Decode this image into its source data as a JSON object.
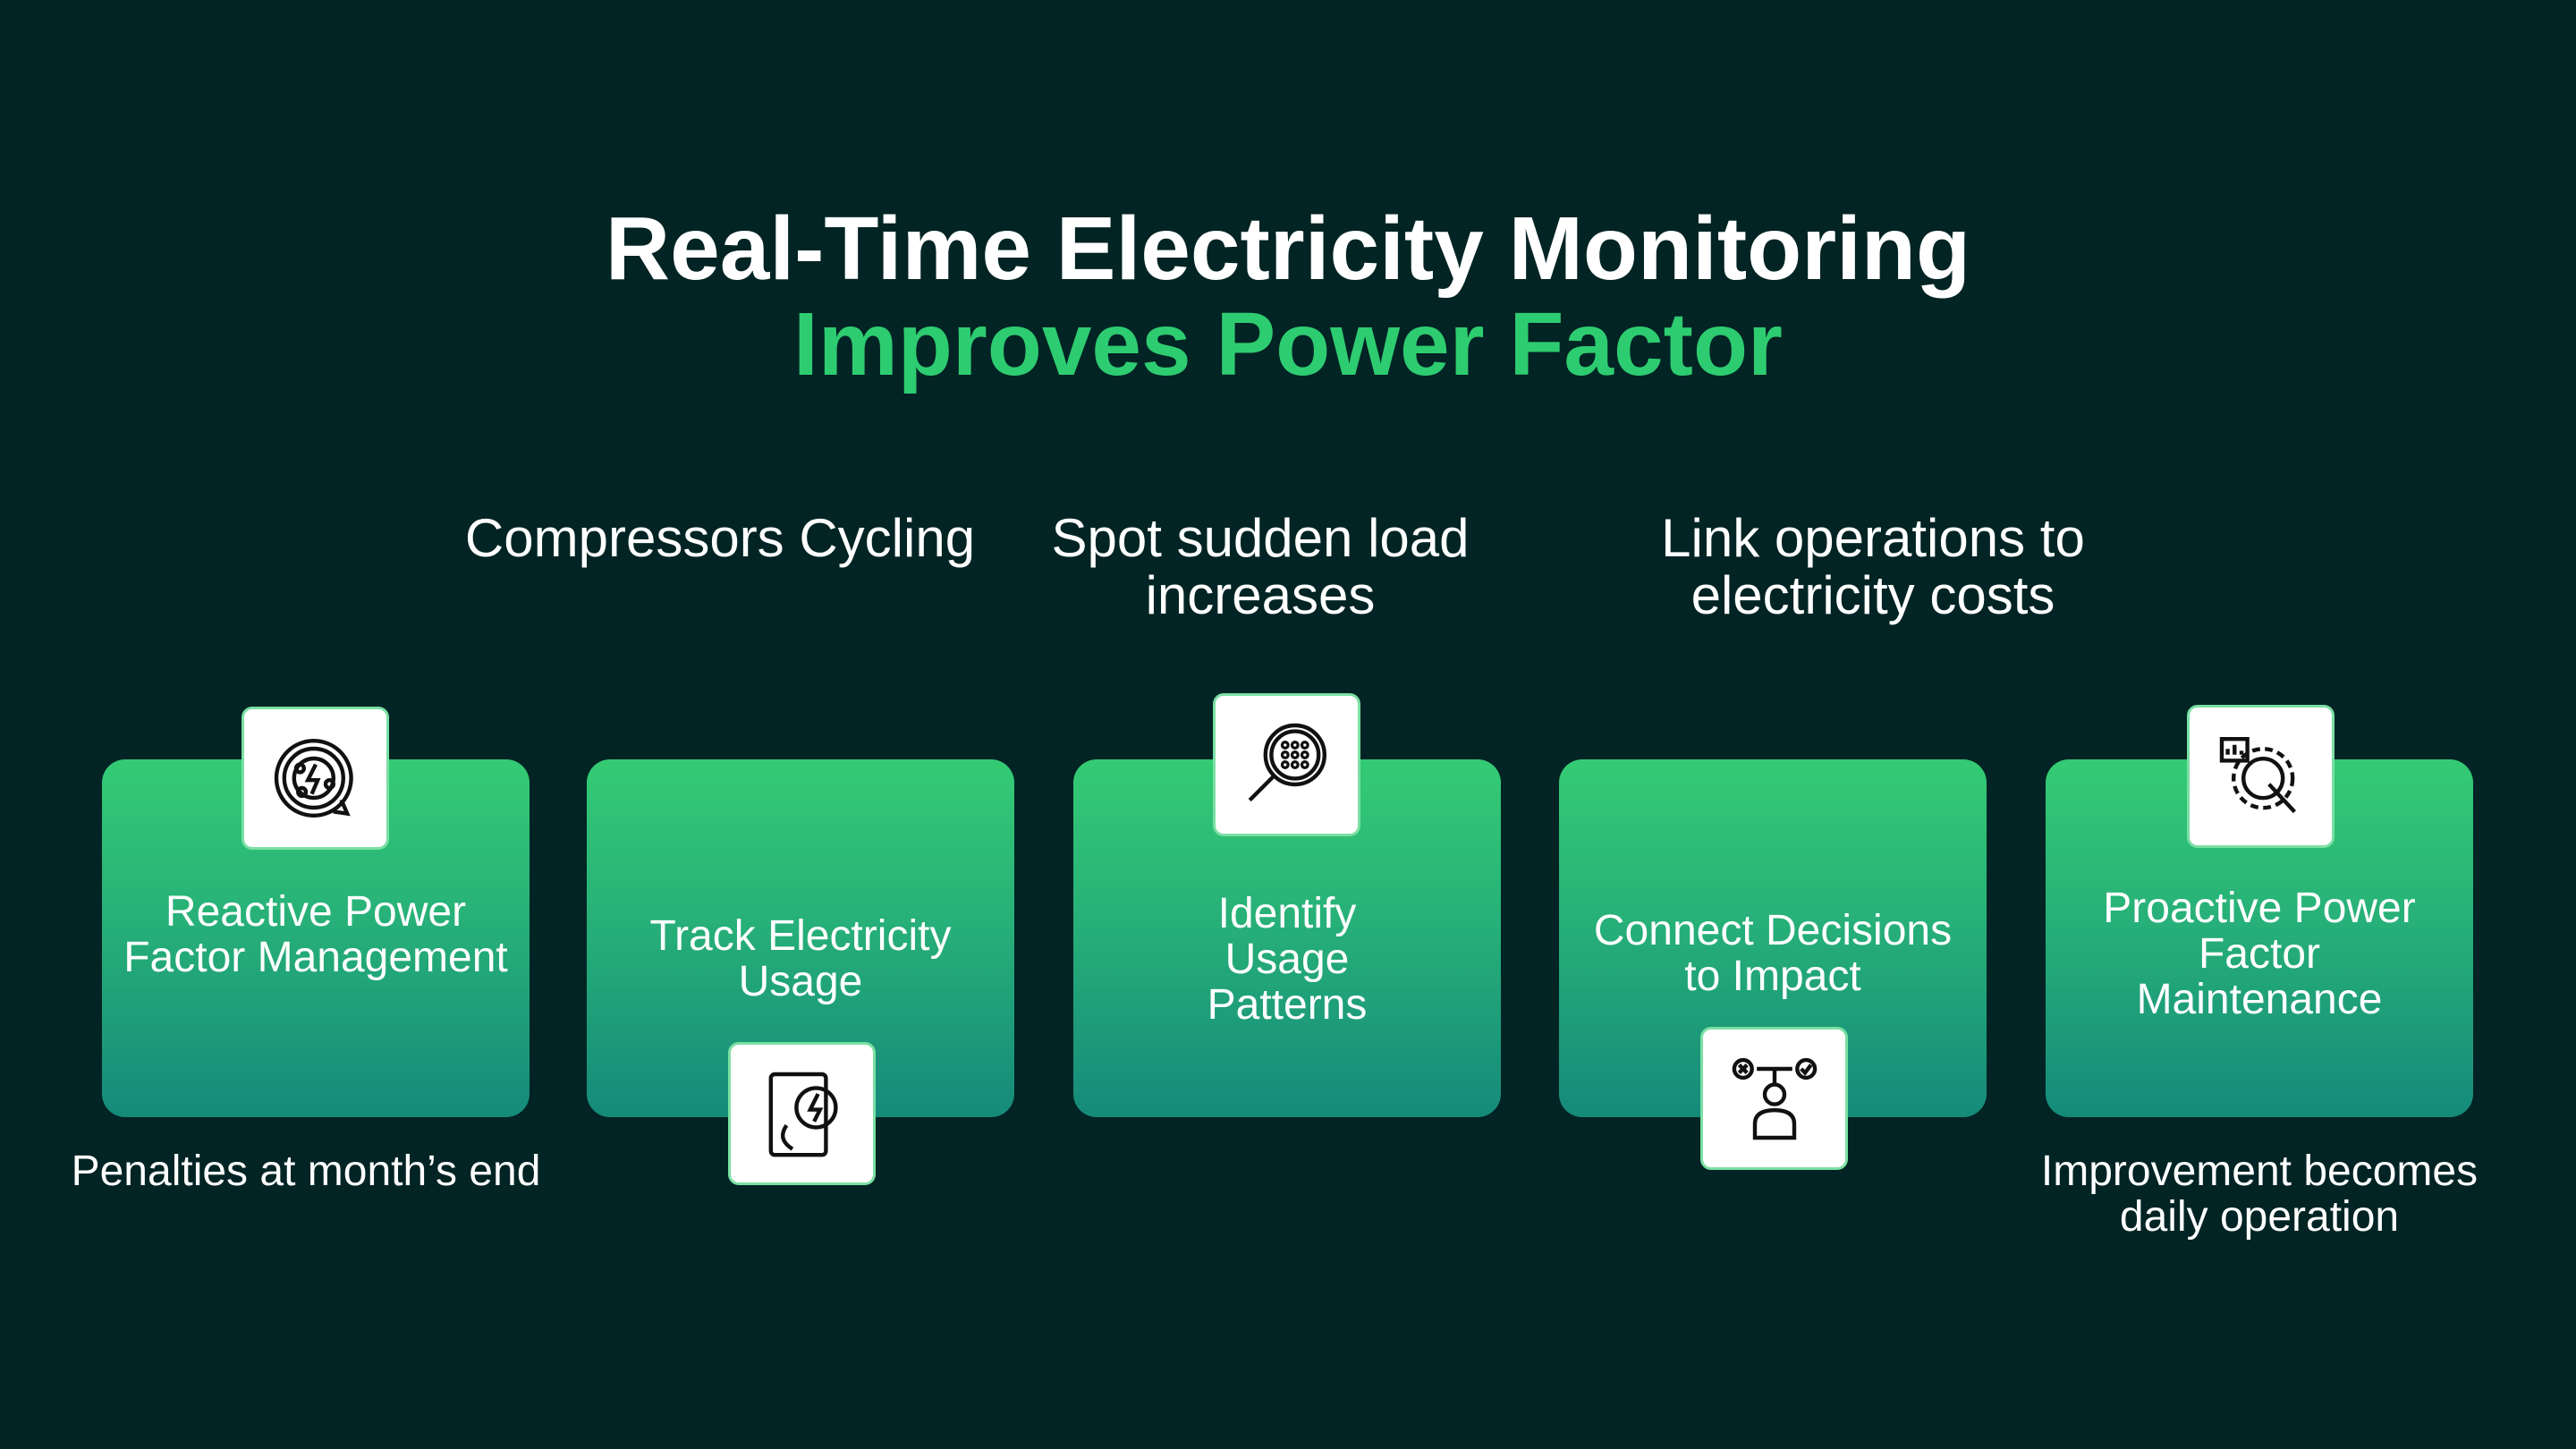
{
  "title": {
    "line1": "Real-Time Electricity Monitoring",
    "line2": "Improves Power Factor"
  },
  "top_labels": [
    "Compressors Cycling",
    "Spot sudden load increases",
    "Link operations to electricity costs"
  ],
  "cards": [
    {
      "label": "Reactive Power Factor Management",
      "icon": "power-cycle-icon"
    },
    {
      "label": "Track Electricity Usage",
      "icon": "phone-electricity-icon"
    },
    {
      "label": "Identify Usage Patterns",
      "icon": "magnifier-pattern-icon"
    },
    {
      "label": "Connect Decisions to Impact",
      "icon": "decision-person-icon"
    },
    {
      "label": "Proactive Power Factor Maintenance",
      "icon": "gear-wrench-icon"
    }
  ],
  "bottom_labels": [
    "Penalties at month’s end",
    "Improvement becomes daily operation"
  ],
  "colors": {
    "background": "#022424",
    "accent": "#2ecc71",
    "card_top": "#34cb74",
    "card_bottom": "#158a7a"
  }
}
